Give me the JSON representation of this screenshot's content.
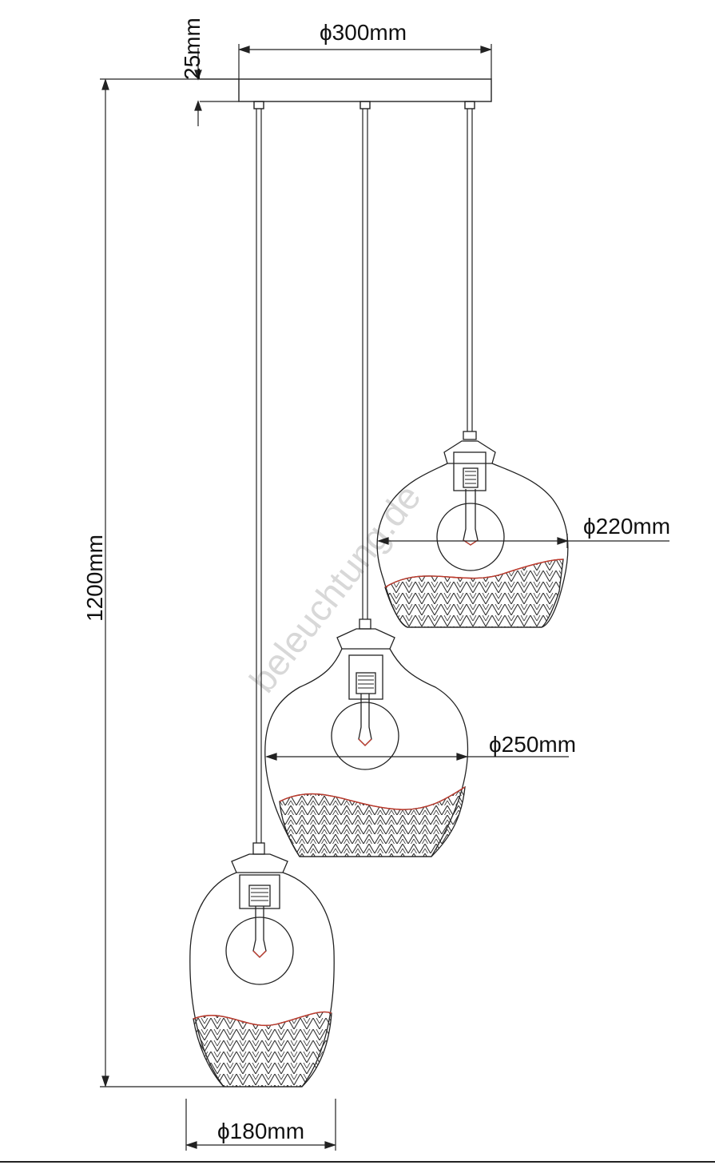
{
  "dimensions": {
    "canopy_diameter": "ϕ300mm",
    "canopy_height": "25mm",
    "total_height": "1200mm",
    "shade_large_diameter": "ϕ250mm",
    "shade_medium_diameter": "ϕ220mm",
    "shade_small_diameter": "ϕ180mm"
  },
  "watermark": "beleuchtung.de",
  "colors": {
    "line": "#222222",
    "accent": "#c0392b",
    "watermark": "#d8d8d8"
  }
}
